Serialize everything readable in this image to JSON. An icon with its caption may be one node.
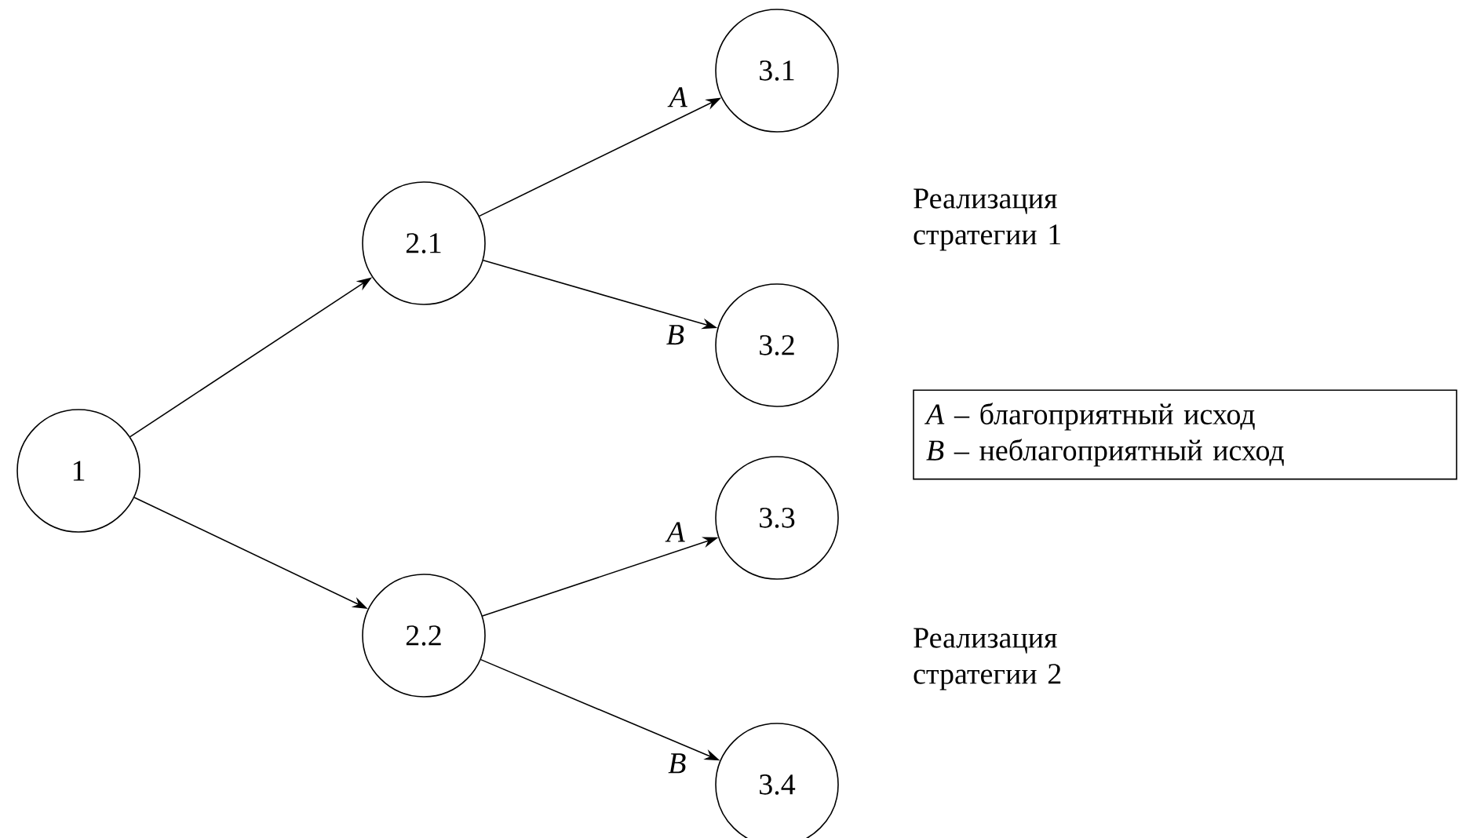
{
  "diagram": {
    "nodes": [
      {
        "text": [
          "1"
        ]
      },
      {
        "text": [
          "2.1"
        ]
      },
      {
        "text": [
          "2.2"
        ]
      },
      {
        "text": [
          "3.1"
        ]
      },
      {
        "text": [
          "3.2"
        ]
      },
      {
        "text": [
          "3.3"
        ]
      },
      {
        "text": [
          "3.4"
        ]
      },
      {
        "text": [
          "*A* – благоприятный исход",
          "*B* – неблагоприятный исход"
        ]
      }
    ],
    "edges": [
      {
        "from": 0,
        "to": 1,
        "arrow": "to"
      },
      {
        "from": 0,
        "to": 2,
        "arrow": "to"
      },
      {
        "from": 1,
        "to": 3,
        "arrow": "to",
        "label": "A"
      },
      {
        "from": 1,
        "to": 4,
        "arrow": "to",
        "label": "B"
      },
      {
        "from": 2,
        "to": 5,
        "arrow": "to",
        "label": "A"
      },
      {
        "from": 2,
        "to": 6,
        "arrow": "to",
        "label": "B"
      }
    ],
    "labels": [
      "Реализация стратегии 1",
      "Реализация стратегии 2"
    ]
  }
}
